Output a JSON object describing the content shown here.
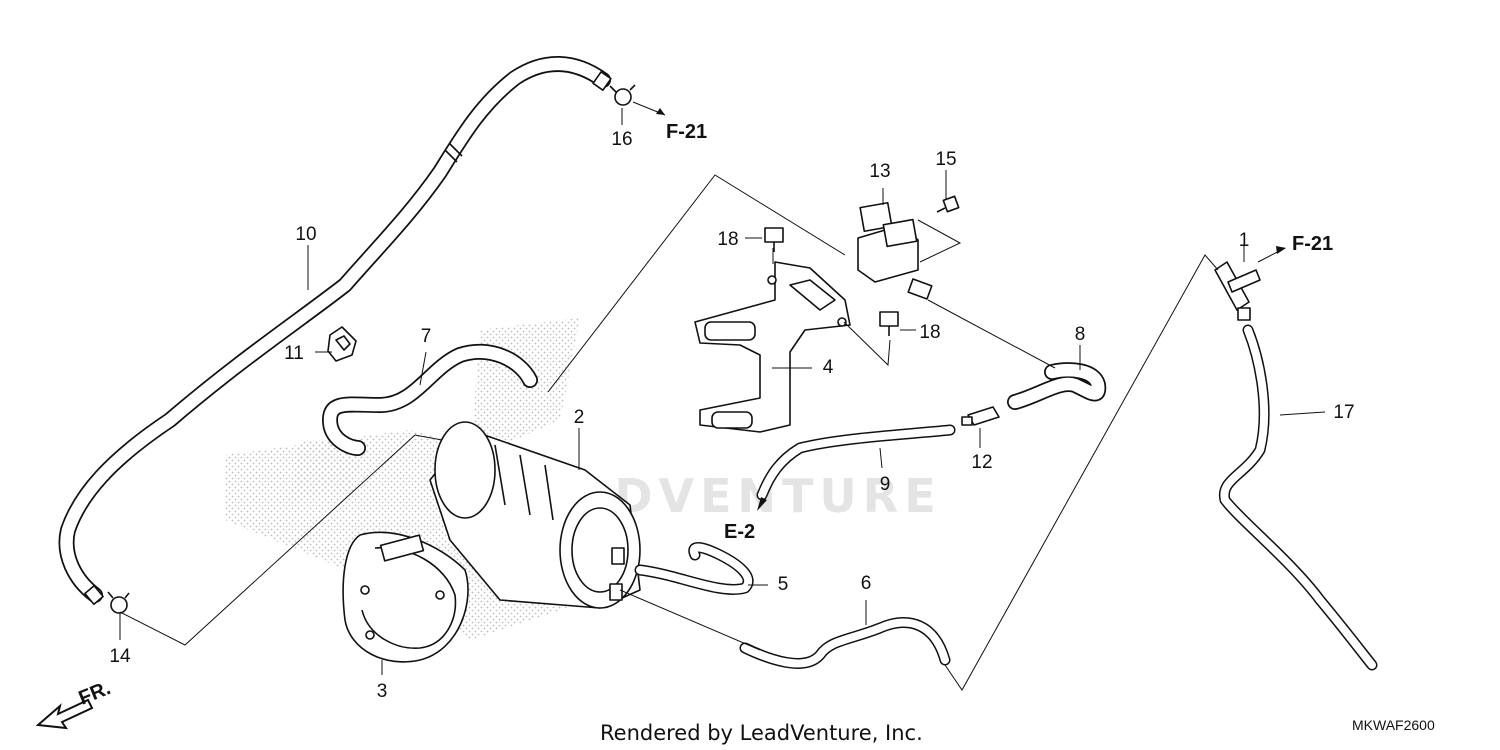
{
  "diagram": {
    "callouts": {
      "c1": "1",
      "c2": "2",
      "c3": "3",
      "c4": "4",
      "c5": "5",
      "c6": "6",
      "c7": "7",
      "c8": "8",
      "c9": "9",
      "c10": "10",
      "c11": "11",
      "c12": "12",
      "c13": "13",
      "c14": "14",
      "c15": "15",
      "c16": "16",
      "c17": "17",
      "c18a": "18",
      "c18b": "18"
    },
    "references": {
      "f21_left": "F-21",
      "f21_right": "F-21",
      "e2": "E-2"
    },
    "front_marker": "FR.",
    "watermark": "LEADVENTURE",
    "credit": "Rendered by LeadVenture, Inc.",
    "diagram_code": "MKWAF2600"
  },
  "colors": {
    "line": "#111111",
    "background": "#ffffff",
    "stipple": "#bdbdbd",
    "watermark": "#e4e4e4"
  }
}
